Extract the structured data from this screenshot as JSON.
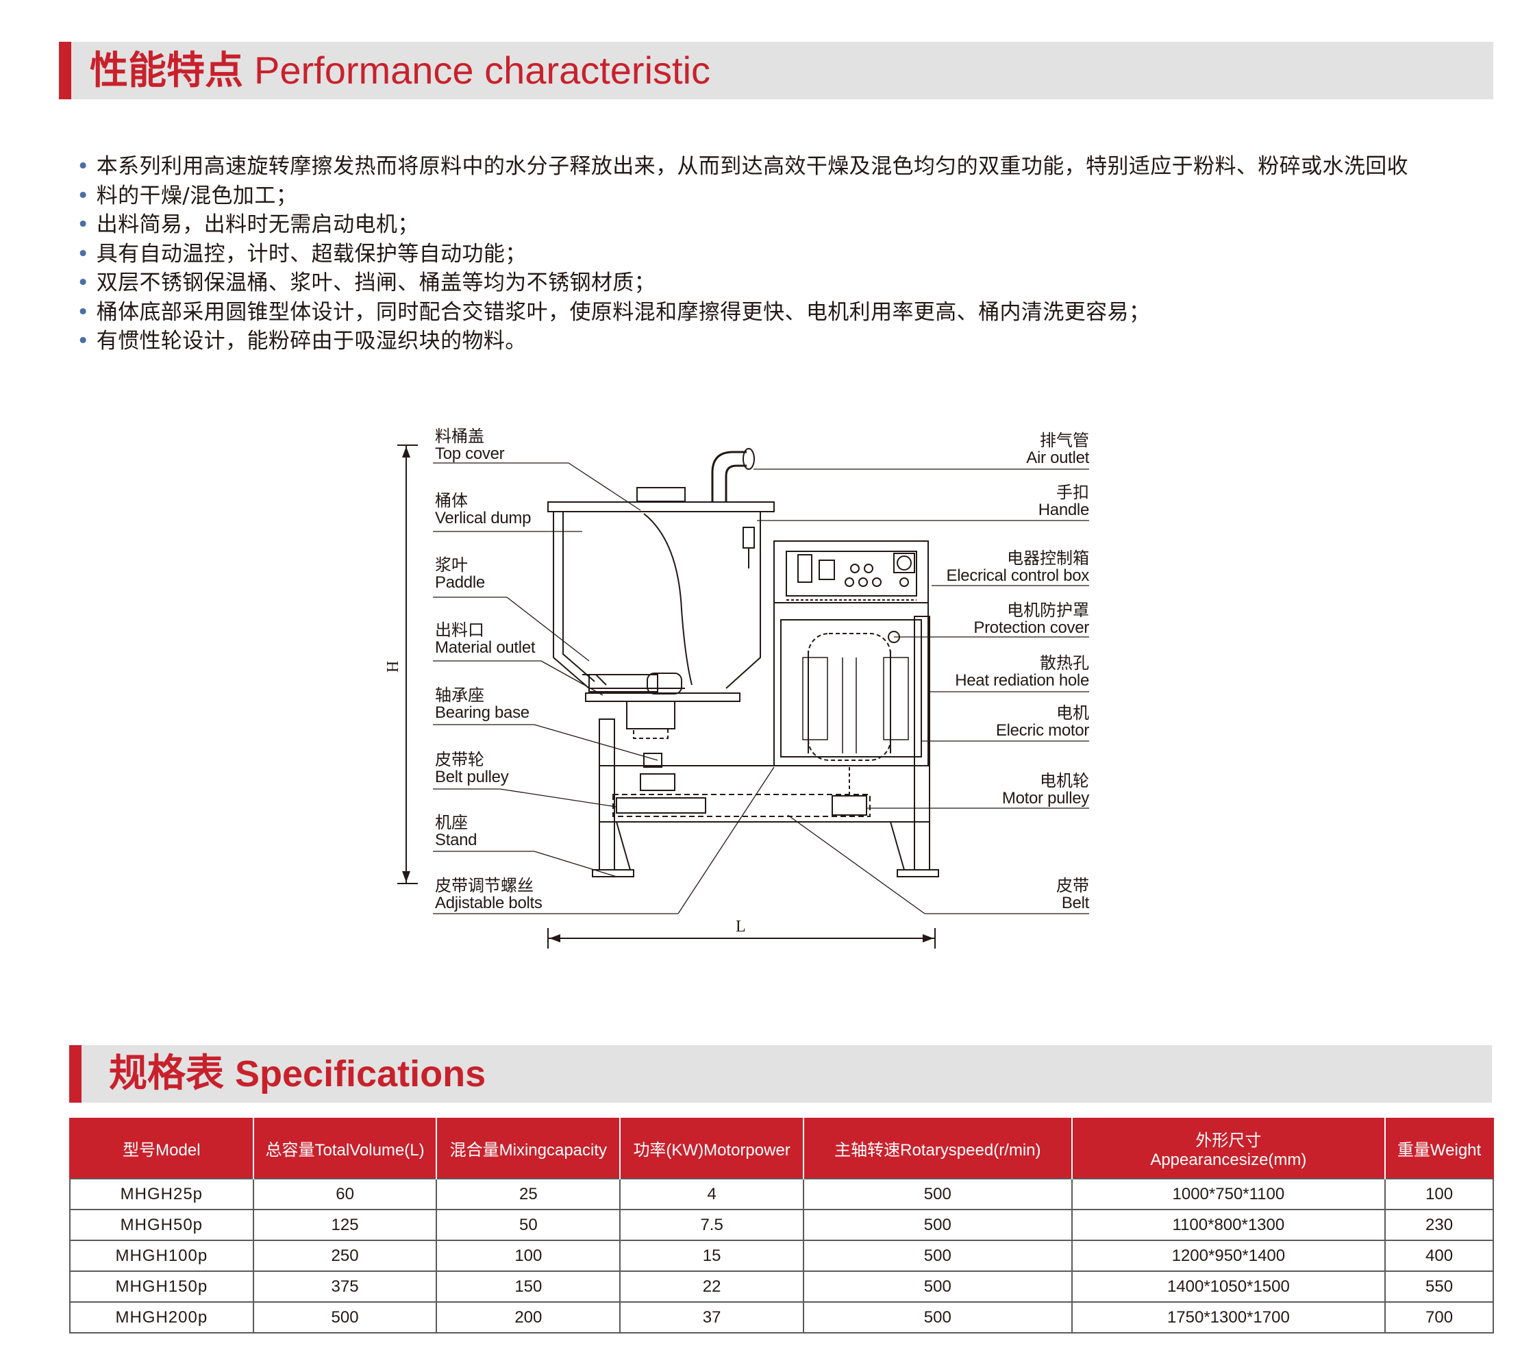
{
  "performance": {
    "title_zh": "性能特点",
    "title_en": "Performance characteristic",
    "bullets": [
      "本系列利用高速旋转摩擦发热而将原料中的水分子释放出来，从而到达高效干燥及混色均匀的双重功能，特别适应于粉料、粉碎或水洗回收",
      "料的干燥/混色加工；",
      "出料简易，出料时无需启动电机；",
      "具有自动温控，计时、超载保护等自动功能；",
      "双层不锈钢保温桶、浆叶、挡闸、桶盖等均为不锈钢材质；",
      "桶体底部采用圆锥型体设计，同时配合交错浆叶，使原料混和摩擦得更快、电机利用率更高、桶内清洗更容易；",
      "有惯性轮设计，能粉碎由于吸湿织块的物料。"
    ]
  },
  "diagram": {
    "dim_h": "H",
    "dim_l": "L",
    "left_labels": [
      {
        "zh": "料桶盖",
        "en": "Top cover"
      },
      {
        "zh": "桶体",
        "en": "Verlical dump"
      },
      {
        "zh": "浆叶",
        "en": "Paddle"
      },
      {
        "zh": "出料口",
        "en": "Material outlet"
      },
      {
        "zh": "轴承座",
        "en": "Bearing base"
      },
      {
        "zh": "皮带轮",
        "en": "Belt pulley"
      },
      {
        "zh": "机座",
        "en": "Stand"
      },
      {
        "zh": "皮带调节螺丝",
        "en": "Adjistable bolts"
      }
    ],
    "right_labels": [
      {
        "zh": "排气管",
        "en": "Air outlet"
      },
      {
        "zh": "手扣",
        "en": "Handle"
      },
      {
        "zh": "电器控制箱",
        "en": "Elecrical control box"
      },
      {
        "zh": "电机防护罩",
        "en": "Protection cover"
      },
      {
        "zh": "散热孔",
        "en": "Heat rediation hole"
      },
      {
        "zh": "电机",
        "en": "Elecric motor"
      },
      {
        "zh": "电机轮",
        "en": "Motor pulley"
      },
      {
        "zh": "皮带",
        "en": "Belt"
      }
    ]
  },
  "specs": {
    "title_zh": "规格表",
    "title_en": "Specifications",
    "headers": [
      "型号Model",
      "总容量TotalVolume(L)",
      "混合量Mixingcapacity",
      "功率(KW)Motorpower",
      "主轴转速Rotaryspeed(r/min)",
      "外形尺寸",
      "Appearancesize(mm)",
      "重量Weight"
    ],
    "rows": [
      [
        "MHGH25p",
        "60",
        "25",
        "4",
        "500",
        "1000*750*1100",
        "100"
      ],
      [
        "MHGH50p",
        "125",
        "50",
        "7.5",
        "500",
        "1100*800*1300",
        "230"
      ],
      [
        "MHGH100p",
        "250",
        "100",
        "15",
        "500",
        "1200*950*1400",
        "400"
      ],
      [
        "MHGH150p",
        "375",
        "150",
        "22",
        "500",
        "1400*1050*1500",
        "550"
      ],
      [
        "MHGH200p",
        "500",
        "200",
        "37",
        "500",
        "1750*1300*1700",
        "700"
      ]
    ]
  }
}
